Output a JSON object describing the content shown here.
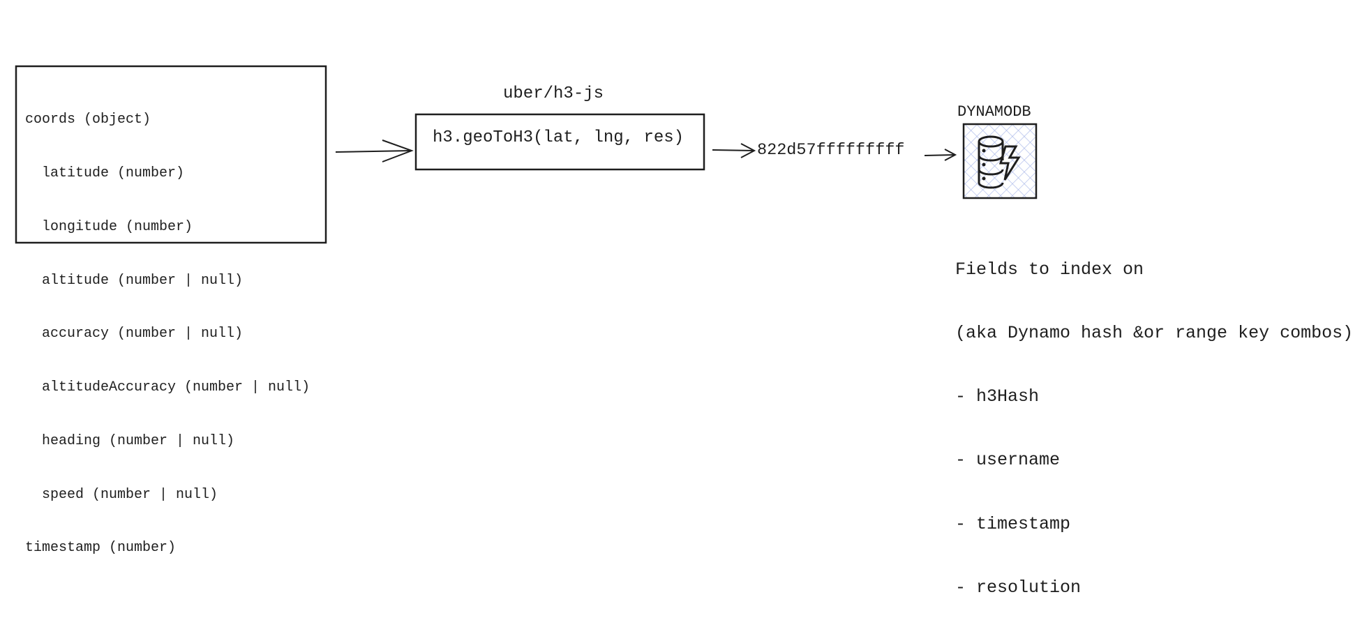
{
  "schema_box": {
    "lines": [
      "coords (object)",
      "  latitude (number)",
      "  longitude (number)",
      "  altitude (number | null)",
      "  accuracy (number | null)",
      "  altitudeAccuracy (number | null)",
      "  heading (number | null)",
      "  speed (number | null)",
      "timestamp (number)"
    ]
  },
  "library_label": "uber/h3-js",
  "function_box": {
    "call": "h3.geoToH3(lat, lng, res)"
  },
  "hash_output": "822d57fffffffff",
  "database": {
    "label": "DYNAMODB",
    "icon": "dynamodb-icon",
    "hatch_color": "#a5b4e8"
  },
  "index_notes": {
    "lines": [
      "Fields to index on",
      "(aka Dynamo hash &or range key combos)",
      "- h3Hash",
      "- username",
      "- timestamp",
      "- resolution"
    ]
  }
}
